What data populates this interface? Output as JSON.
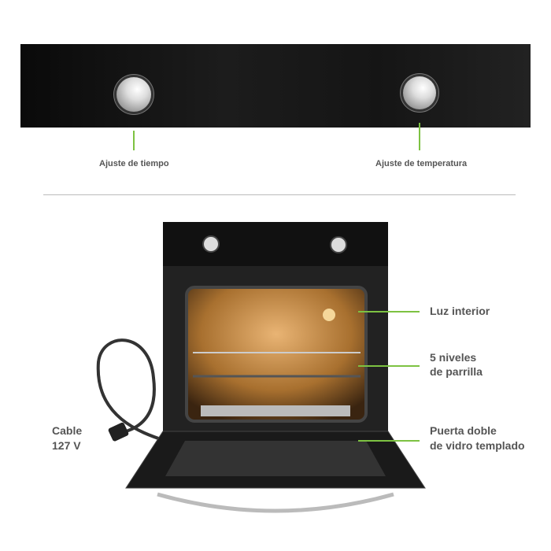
{
  "panel_labels": {
    "time": "Ajuste de tiempo",
    "temperature": "Ajuste de temperatura"
  },
  "callouts": {
    "light": "Luz interior",
    "racks_line1": "5 niveles",
    "racks_line2": "de parrilla",
    "door_line1": "Puerta doble",
    "door_line2": "de vidro templado",
    "cable_line1": "Cable",
    "cable_line2": "127 V"
  },
  "colors": {
    "accent": "#7dc242",
    "text": "#555555",
    "panel": "#111111"
  }
}
